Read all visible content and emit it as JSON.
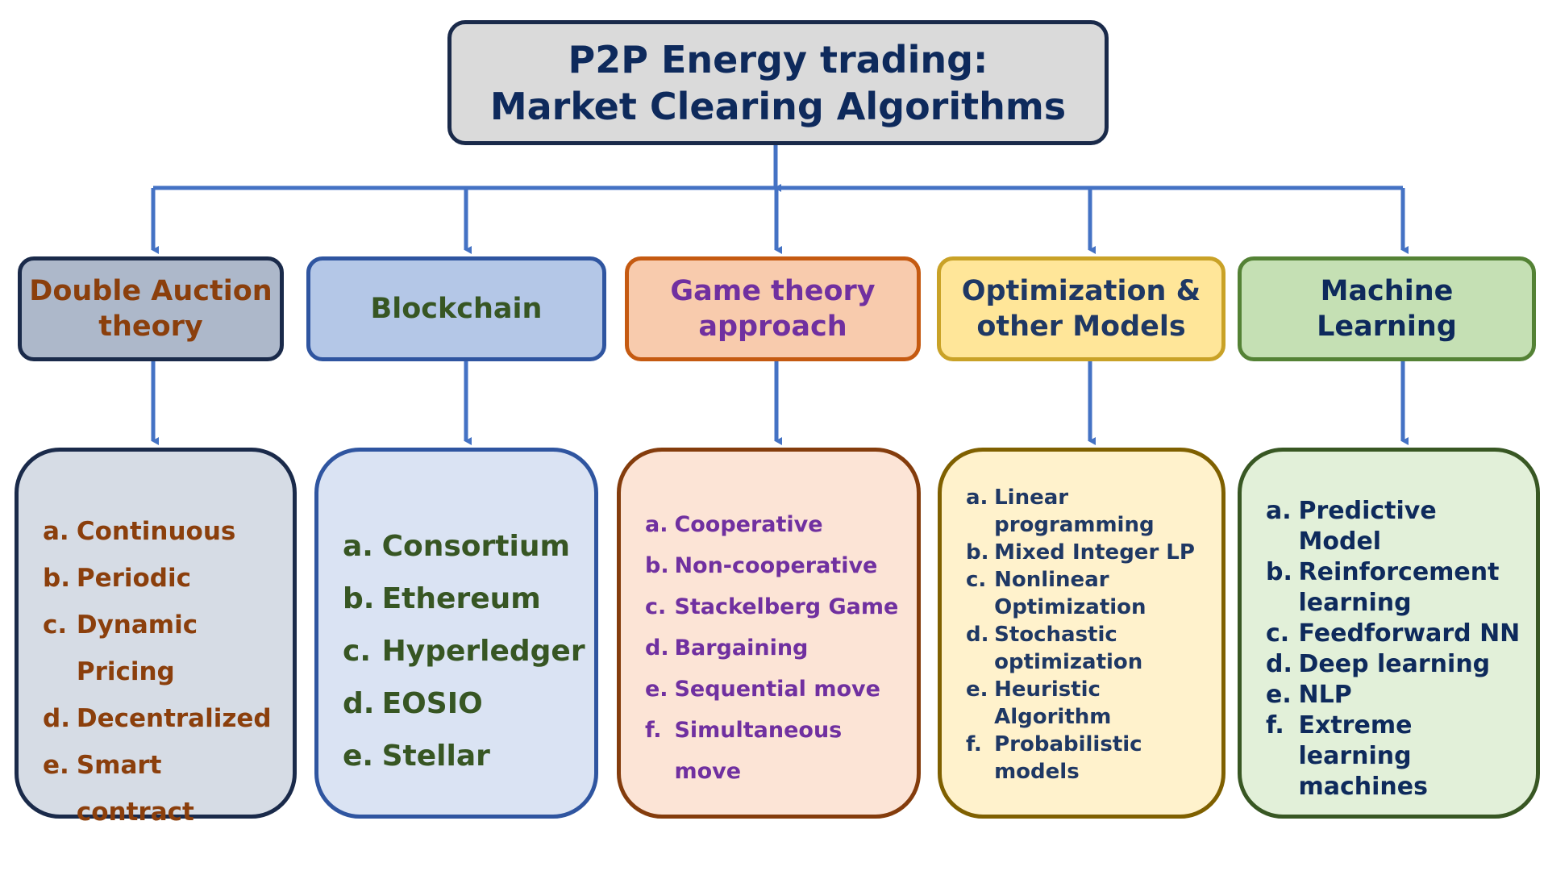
{
  "title": {
    "line1": "P2P Energy trading:",
    "line2": "Market Clearing Algorithms"
  },
  "categories": [
    {
      "id": "double-auction",
      "label_lines": [
        "Double Auction",
        "theory"
      ],
      "header_fill": "#adb8ca",
      "header_border": "#1a2a4a",
      "header_text": "#8b3f0c",
      "list_fill": "#d6dce5",
      "list_border": "#1a2a4a",
      "list_text": "#8b3f0c",
      "items": [
        {
          "marker": "a.",
          "text": "Continuous"
        },
        {
          "marker": "b.",
          "text": "Periodic"
        },
        {
          "marker": "c.",
          "text": "Dynamic Pricing"
        },
        {
          "marker": "d.",
          "text": "Decentralized"
        },
        {
          "marker": "e.",
          "text": "Smart contract"
        }
      ]
    },
    {
      "id": "blockchain",
      "label_lines": [
        "Blockchain"
      ],
      "header_fill": "#b4c7e7",
      "header_border": "#2f55a0",
      "header_text": "#375623",
      "list_fill": "#dae3f3",
      "list_border": "#2f55a0",
      "list_text": "#375623",
      "items": [
        {
          "marker": "a.",
          "text": "Consortium"
        },
        {
          "marker": "b.",
          "text": "Ethereum"
        },
        {
          "marker": "c.",
          "text": "Hyperledger"
        },
        {
          "marker": "d.",
          "text": "EOSIO"
        },
        {
          "marker": "e.",
          "text": "Stellar"
        }
      ]
    },
    {
      "id": "game-theory",
      "label_lines": [
        "Game theory",
        "approach"
      ],
      "header_fill": "#f8cbad",
      "header_border": "#c55a11",
      "header_text": "#7030a0",
      "list_fill": "#fce4d6",
      "list_border": "#843c0c",
      "list_text": "#7030a0",
      "items": [
        {
          "marker": "a.",
          "text": "Cooperative"
        },
        {
          "marker": "b.",
          "text": "Non-cooperative"
        },
        {
          "marker": "c.",
          "text": "Stackelberg Game"
        },
        {
          "marker": "d.",
          "text": "Bargaining"
        },
        {
          "marker": "e.",
          "text": "Sequential move"
        },
        {
          "marker": "f.",
          "text": "Simultaneous move"
        }
      ]
    },
    {
      "id": "optimization",
      "label_lines": [
        "Optimization &",
        "other Models"
      ],
      "header_fill": "#ffe699",
      "header_border": "#c9a227",
      "header_text": "#1f3864",
      "list_fill": "#fff2cc",
      "list_border": "#7f6000",
      "list_text": "#1f3864",
      "items": [
        {
          "marker": "a.",
          "text": "Linear programming"
        },
        {
          "marker": "b.",
          "text": "Mixed Integer LP"
        },
        {
          "marker": "c.",
          "text": "Nonlinear Optimization"
        },
        {
          "marker": "d.",
          "text": "Stochastic optimization"
        },
        {
          "marker": "e.",
          "text": "Heuristic Algorithm"
        },
        {
          "marker": "f.",
          "text": "Probabilistic models"
        }
      ]
    },
    {
      "id": "machine-learning",
      "label_lines": [
        "Machine",
        "Learning"
      ],
      "header_fill": "#c5e0b4",
      "header_border": "#548235",
      "header_text": "#0e2a5c",
      "list_fill": "#e2f0d9",
      "list_border": "#385723",
      "list_text": "#0e2a5c",
      "items": [
        {
          "marker": "a.",
          "text": "Predictive Model"
        },
        {
          "marker": "b.",
          "text": "Reinforcement learning"
        },
        {
          "marker": "c.",
          "text": "Feedforward NN"
        },
        {
          "marker": "d.",
          "text": "Deep learning"
        },
        {
          "marker": "e.",
          "text": "NLP"
        },
        {
          "marker": "f.",
          "text": "Extreme learning machines"
        }
      ]
    }
  ],
  "connector_color": "#4472c4"
}
